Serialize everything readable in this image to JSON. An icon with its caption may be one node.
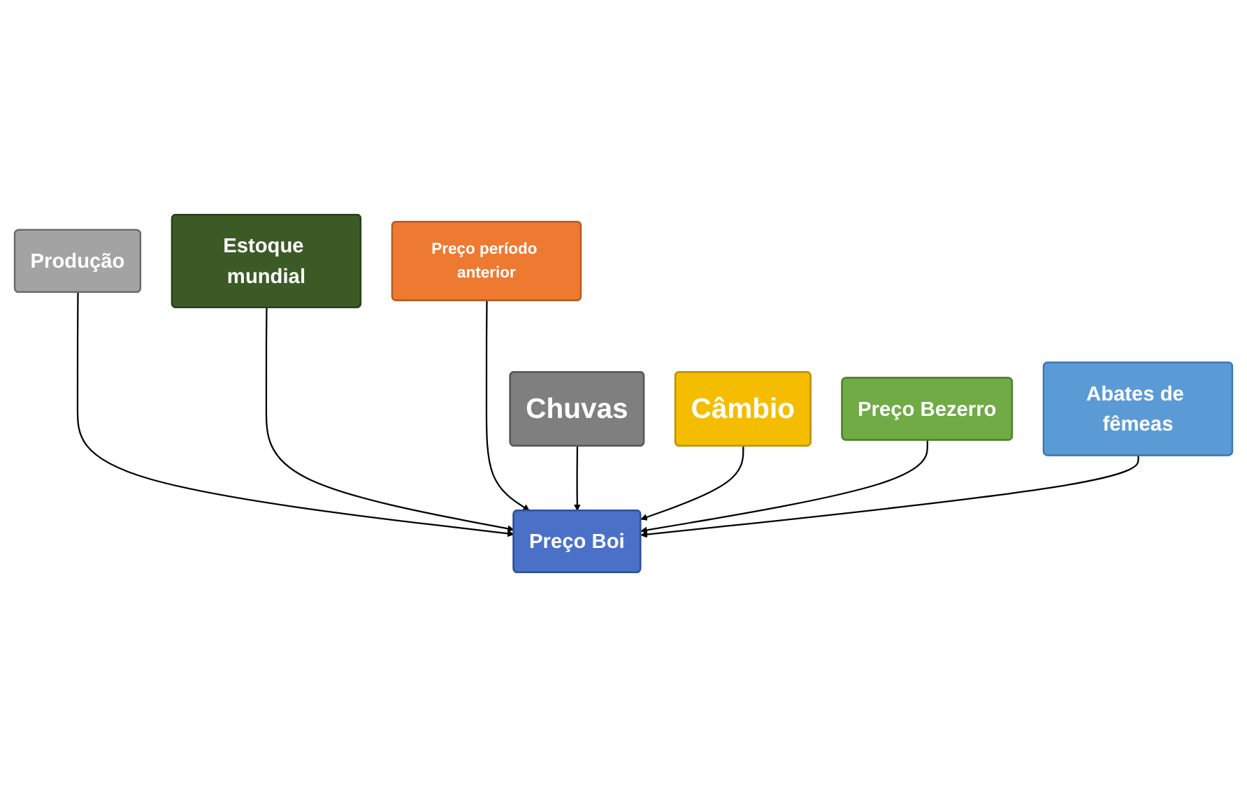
{
  "diagram": {
    "nodes": [
      {
        "text": [
          "Produção"
        ]
      },
      {
        "text": [
          "Estoque mundial"
        ]
      },
      {
        "text": [
          "Preço período anterior"
        ]
      },
      {
        "text": [
          "Preço Boi"
        ]
      },
      {
        "text": [
          "Chuvas"
        ]
      },
      {
        "text": [
          "Câmbio"
        ]
      },
      {
        "text": [
          "Preço Bezerro"
        ]
      },
      {
        "text": [
          "Abates de fêmeas"
        ]
      }
    ],
    "edges": [
      {
        "from": 0,
        "to": 3,
        "arrow": "to"
      },
      {
        "from": 1,
        "to": 3,
        "arrow": "to"
      },
      {
        "from": 2,
        "to": 3,
        "arrow": "to"
      },
      {
        "from": 4,
        "to": 3,
        "arrow": "to"
      },
      {
        "from": 5,
        "to": 3,
        "arrow": "to"
      },
      {
        "from": 6,
        "to": 3,
        "arrow": "to"
      },
      {
        "from": 7,
        "to": 3,
        "arrow": "to"
      }
    ]
  }
}
